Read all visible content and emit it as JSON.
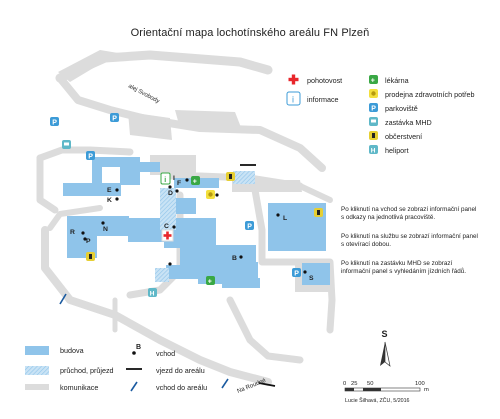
{
  "title": "Orientační mapa lochotínského areálu FN Plzeň",
  "streets": {
    "north": "alej Svobody",
    "south": "Na Roudné"
  },
  "entrance_letters": [
    "E",
    "K",
    "F",
    "D",
    "N",
    "C",
    "R",
    "P",
    "L",
    "B",
    "S",
    "I"
  ],
  "legend_top": {
    "pohotovost": "pohotovost",
    "informace": "informace",
    "lekarna": "lékárna",
    "prodejna": "prodejna zdravotních potřeb",
    "parkoviste": "parkoviště",
    "zastavka": "zastávka MHD",
    "obcerstveni": "občerstvení",
    "heliport": "heliport",
    "info_glyph": "i",
    "parking_glyph": "P"
  },
  "notes": {
    "n1": "Po kliknutí na vchod se zobrazí informační panel s odkazy na jednotlivá pracoviště.",
    "n2": "Po kliknutí na službu se zobrazí informační panel s otevírací dobou.",
    "n3": "Po kliknutí na zastávku MHD se zobrazí informační panel s vyhledáním jízdních řádů."
  },
  "legend_bottom": {
    "budova": "budova",
    "pruchod": "průchod, průjezd",
    "komunikace": "komunikace",
    "vchod": "vchod",
    "vchod_letter": "B",
    "vjezd": "vjezd do areálu",
    "vchod_areal": "vchod do areálu"
  },
  "north_label": "S",
  "scale": {
    "ticks": [
      "0",
      "25",
      "50",
      "100"
    ],
    "unit": "m"
  },
  "credit": "Lucie Šilhavá, ZČU, 5/2016",
  "colors": {
    "building": "#8fc4ea",
    "road": "#dcdcdc",
    "passage": "#b9d9f0",
    "pohotovost": "#e8262b",
    "lekarna": "#3aa845",
    "prodejna": "#f3df3c",
    "parkoviste": "#3c9bd7",
    "obcerstveni": "#e6cf33",
    "heliport": "#5fb8c8"
  }
}
